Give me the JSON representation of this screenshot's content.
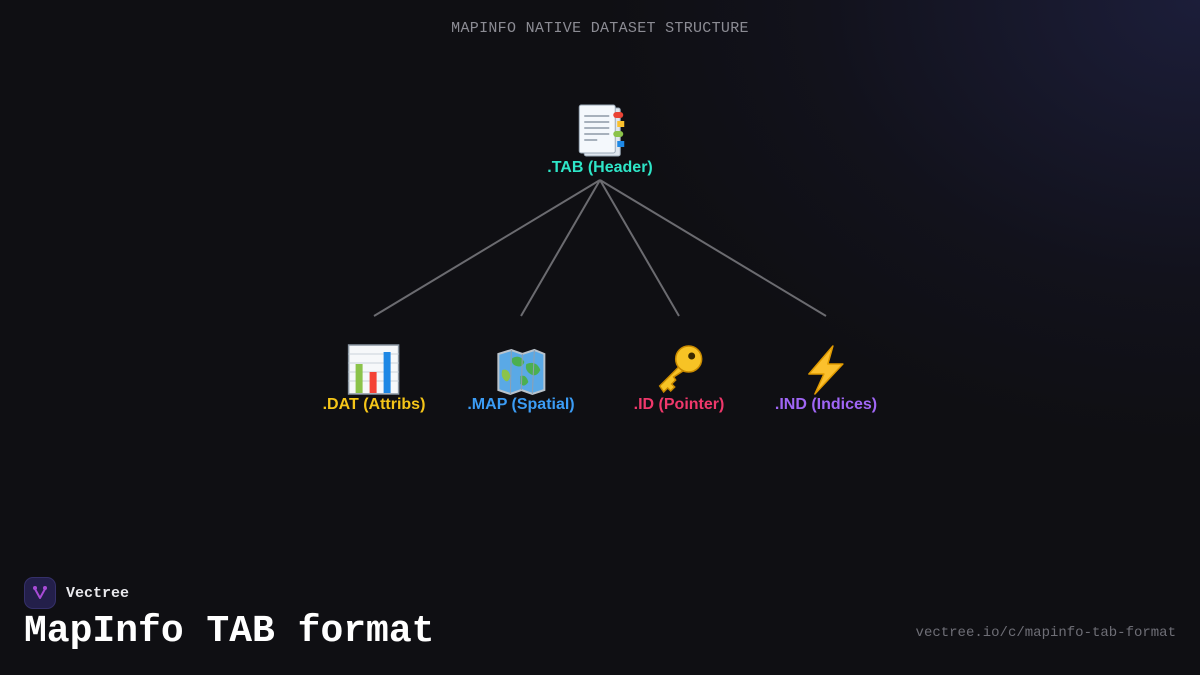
{
  "diagram": {
    "title": "MAPINFO NATIVE DATASET STRUCTURE",
    "root": {
      "label": ".TAB (Header)",
      "icon": "bookmark-tabs-icon",
      "color": "#2ee6c8"
    },
    "children": [
      {
        "label": ".DAT (Attribs)",
        "icon": "bar-chart-icon",
        "color": "#f5c518"
      },
      {
        "label": ".MAP (Spatial)",
        "icon": "world-map-icon",
        "color": "#3b9cf5"
      },
      {
        "label": ".ID (Pointer)",
        "icon": "key-icon",
        "color": "#f0386b"
      },
      {
        "label": ".IND (Indices)",
        "icon": "lightning-icon",
        "color": "#a066f5"
      }
    ],
    "connector_color": "#6b6b70"
  },
  "footer": {
    "brand_name": "Vectree",
    "brand_accent": "#a74bd6",
    "title": "MapInfo TAB format",
    "url": "vectree.io/c/mapinfo-tab-format"
  }
}
